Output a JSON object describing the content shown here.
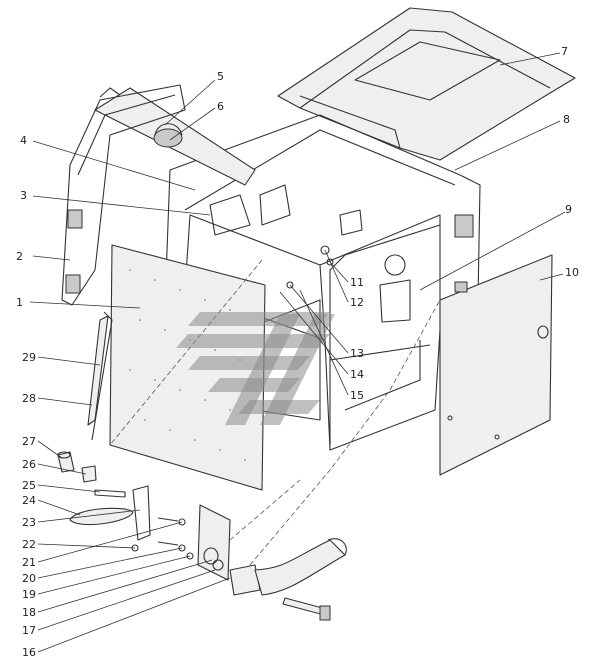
{
  "diagram": {
    "callouts": [
      {
        "id": "c1",
        "label": "1"
      },
      {
        "id": "c2",
        "label": "2"
      },
      {
        "id": "c3",
        "label": "3"
      },
      {
        "id": "c4",
        "label": "4"
      },
      {
        "id": "c5",
        "label": "5"
      },
      {
        "id": "c6",
        "label": "6"
      },
      {
        "id": "c7",
        "label": "7"
      },
      {
        "id": "c8",
        "label": "8"
      },
      {
        "id": "c9",
        "label": "9"
      },
      {
        "id": "c10",
        "label": "10"
      },
      {
        "id": "c11",
        "label": "11"
      },
      {
        "id": "c12",
        "label": "12"
      },
      {
        "id": "c13",
        "label": "13"
      },
      {
        "id": "c14",
        "label": "14"
      },
      {
        "id": "c15",
        "label": "15"
      },
      {
        "id": "c16",
        "label": "16"
      },
      {
        "id": "c17",
        "label": "17"
      },
      {
        "id": "c18",
        "label": "18"
      },
      {
        "id": "c19",
        "label": "19"
      },
      {
        "id": "c20",
        "label": "20"
      },
      {
        "id": "c21",
        "label": "21"
      },
      {
        "id": "c22",
        "label": "22"
      },
      {
        "id": "c23",
        "label": "23"
      },
      {
        "id": "c24",
        "label": "24"
      },
      {
        "id": "c25",
        "label": "25"
      },
      {
        "id": "c26",
        "label": "26"
      },
      {
        "id": "c27",
        "label": "27"
      },
      {
        "id": "c28",
        "label": "28"
      },
      {
        "id": "c29",
        "label": "29"
      }
    ],
    "colors": {
      "line": "#333333",
      "watermark": "#8b8b8b",
      "background": "#ffffff"
    },
    "watermark_icon": "stylized-logo-watermark"
  }
}
